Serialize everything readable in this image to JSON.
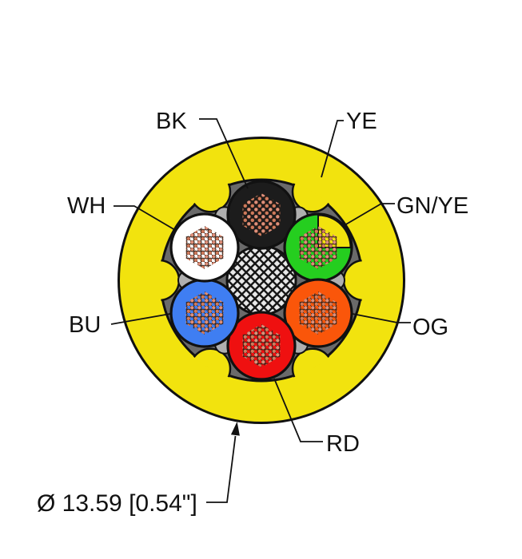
{
  "diagram": {
    "kind": "cable-cross-section",
    "wire_labels": {
      "bk": "BK",
      "ye": "YE",
      "wh": "WH",
      "gnye": "GN/YE",
      "bu": "BU",
      "og": "OG",
      "rd": "RD"
    },
    "dimension_label": "Ø 13.59 [0.54\"]",
    "colors": {
      "jacket_yellow": "#F2E30E",
      "conductor_black": "#1C1C1C",
      "conductor_white": "#FFFFFF",
      "conductor_green": "#25CE1F",
      "conductor_blue": "#3F7EF2",
      "conductor_orange": "#FA560A",
      "conductor_red": "#EF1010",
      "filler_dark": "#6A6A6A",
      "filler_light": "#AFAFAF",
      "braid_background": "#E8E8E8",
      "copper_strand_a": "#DE8F79",
      "copper_strand_b": "#CE7A5C",
      "outline_black": "#111111"
    }
  }
}
